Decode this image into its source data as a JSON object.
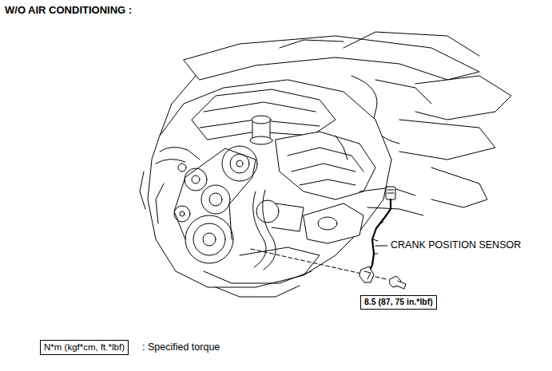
{
  "diagram": {
    "title": "W/O AIR CONDITIONING :",
    "nodes": [
      {
        "text": [
          "8.5 (87, 75 in.*lbf)"
        ]
      },
      {
        "text": [
          "N*m (kgf*cm, ft.*lbf)"
        ]
      }
    ],
    "labels": [
      "CRANK POSITION SENSOR",
      ": Specified torque"
    ]
  }
}
